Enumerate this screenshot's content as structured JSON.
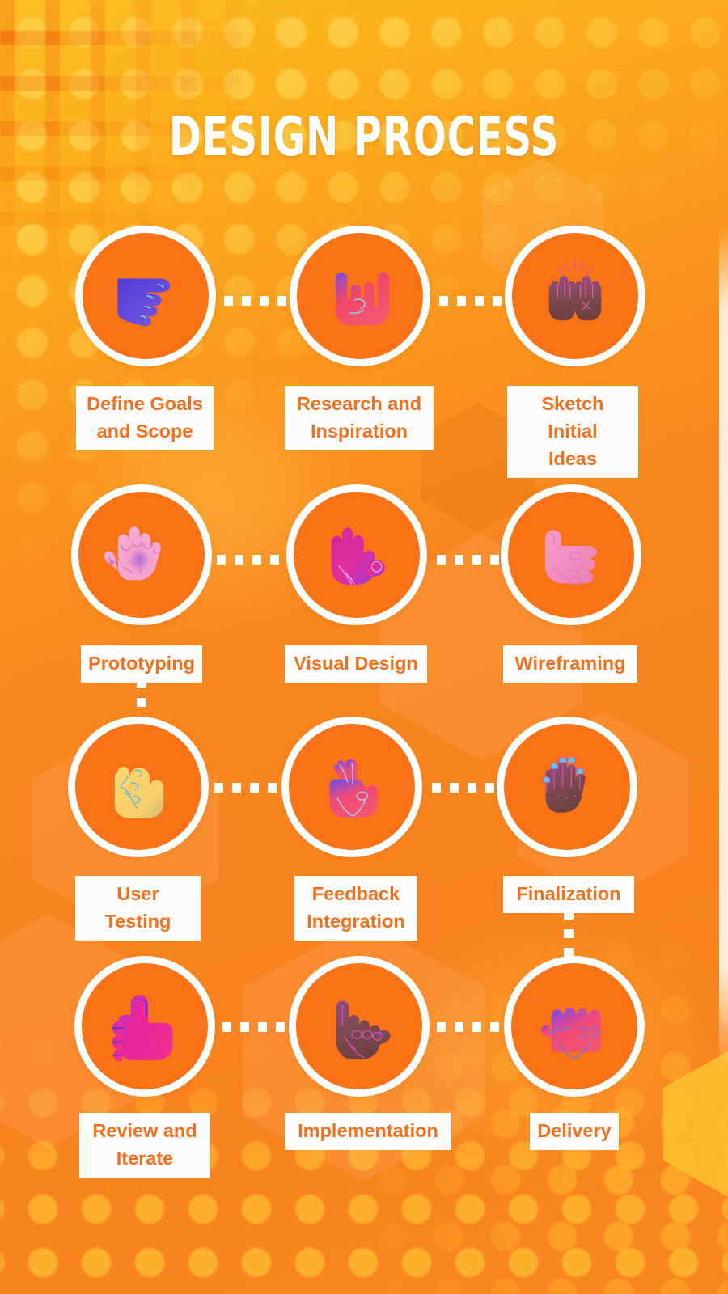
{
  "poster": {
    "title": "DESIGN PROCESS",
    "theme": {
      "accent_orange": "#F97316",
      "label_text": "#F4701C",
      "label_bg": "#FCFCFC",
      "ring": "#FFFFFF",
      "bg_top": "#FBBF24",
      "bg_main": "#F9871F",
      "connector": "#FFFFFF"
    }
  },
  "steps": [
    {
      "id": "define-goals-and-scope",
      "label": "Define Goals\nand Scope",
      "icon": "pointing-right-hand-icon",
      "row": 1,
      "col": 1
    },
    {
      "id": "research-and-inspiration",
      "label": "Research and\nInspiration",
      "icon": "rock-on-horns-hand-icon",
      "row": 1,
      "col": 2
    },
    {
      "id": "sketch-initial-ideas",
      "label": "Sketch Initial\nIdeas",
      "icon": "raised-celebration-hands-icon",
      "row": 1,
      "col": 3
    },
    {
      "id": "prototyping",
      "label": "Prototyping",
      "icon": "open-palm-hand-icon",
      "row": 2,
      "col": 1
    },
    {
      "id": "visual-design",
      "label": "Visual Design",
      "icon": "ok-sign-hand-icon",
      "row": 2,
      "col": 2
    },
    {
      "id": "wireframing",
      "label": "Wireframing",
      "icon": "pointing-left-hand-icon",
      "row": 2,
      "col": 3
    },
    {
      "id": "user-testing",
      "label": "User Testing",
      "icon": "closed-fist-hand-icon",
      "row": 3,
      "col": 1
    },
    {
      "id": "feedback-integration",
      "label": "Feedback\nIntegration",
      "icon": "crossed-fingers-hand-icon",
      "row": 3,
      "col": 2
    },
    {
      "id": "finalization",
      "label": "Finalization",
      "icon": "back-of-hand-icon",
      "row": 3,
      "col": 3
    },
    {
      "id": "review-and-iterate",
      "label": "Review and\nIterate",
      "icon": "thumbs-up-hand-icon",
      "row": 4,
      "col": 1
    },
    {
      "id": "implementation",
      "label": "Implementation",
      "icon": "shaka-hand-icon",
      "row": 4,
      "col": 2
    },
    {
      "id": "delivery",
      "label": "Delivery",
      "icon": "raised-fist-hand-icon",
      "row": 4,
      "col": 3
    }
  ],
  "connectors": [
    {
      "from": "define-goals-and-scope",
      "to": "research-and-inspiration",
      "direction": "horizontal"
    },
    {
      "from": "research-and-inspiration",
      "to": "sketch-initial-ideas",
      "direction": "horizontal"
    },
    {
      "from": "sketch-initial-ideas",
      "to": "wireframing",
      "direction": "vertical"
    },
    {
      "from": "wireframing",
      "to": "visual-design",
      "direction": "horizontal"
    },
    {
      "from": "visual-design",
      "to": "prototyping",
      "direction": "horizontal"
    },
    {
      "from": "prototyping",
      "to": "user-testing",
      "direction": "vertical"
    },
    {
      "from": "user-testing",
      "to": "feedback-integration",
      "direction": "horizontal"
    },
    {
      "from": "feedback-integration",
      "to": "finalization",
      "direction": "horizontal"
    },
    {
      "from": "finalization",
      "to": "delivery",
      "direction": "vertical"
    },
    {
      "from": "delivery",
      "to": "implementation",
      "direction": "horizontal"
    },
    {
      "from": "implementation",
      "to": "review-and-iterate",
      "direction": "horizontal"
    }
  ]
}
